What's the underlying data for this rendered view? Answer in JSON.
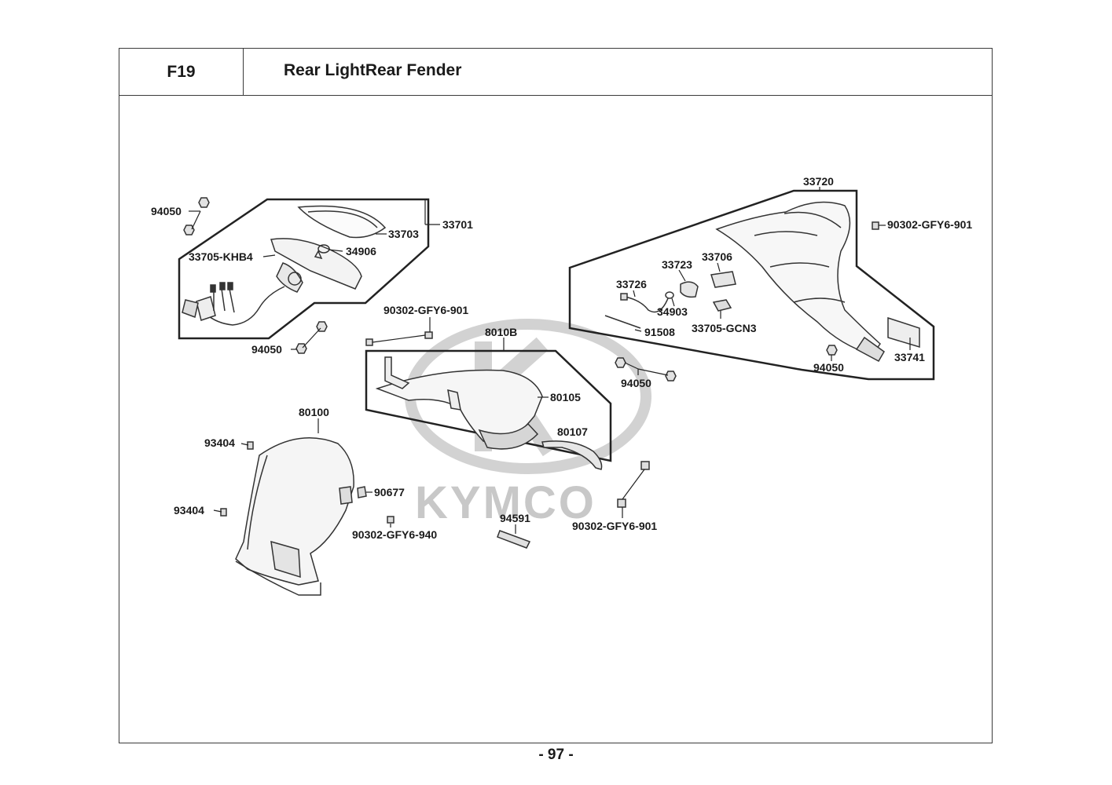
{
  "header": {
    "section_code": "F19",
    "title": "Rear LightRear Fender"
  },
  "footer": {
    "page_number": "- 97 -"
  },
  "watermark": {
    "text": "KYMCO",
    "color": "#c8c8c8"
  },
  "parts": {
    "p94050_a": "94050",
    "p33701": "33701",
    "p33703": "33703",
    "p33705_khb4": "33705-KHB4",
    "p34906": "34906",
    "p94050_b": "94050",
    "p90302_gfy6_901_a": "90302-GFY6-901",
    "p8010b": "8010B",
    "p80105": "80105",
    "p80107": "80107",
    "p94050_c": "94050",
    "p80100": "80100",
    "p93404_a": "93404",
    "p93404_b": "93404",
    "p90677": "90677",
    "p90302_gfy6_940": "90302-GFY6-940",
    "p94591": "94591",
    "p90302_gfy6_901_b": "90302-GFY6-901",
    "p33720": "33720",
    "p90302_gfy6_901_c": "90302-GFY6-901",
    "p33723": "33723",
    "p33706": "33706",
    "p33726": "33726",
    "p34903": "34903",
    "p91508": "91508",
    "p33705_gcn3": "33705-GCN3",
    "p94050_d": "94050",
    "p33741": "33741"
  }
}
